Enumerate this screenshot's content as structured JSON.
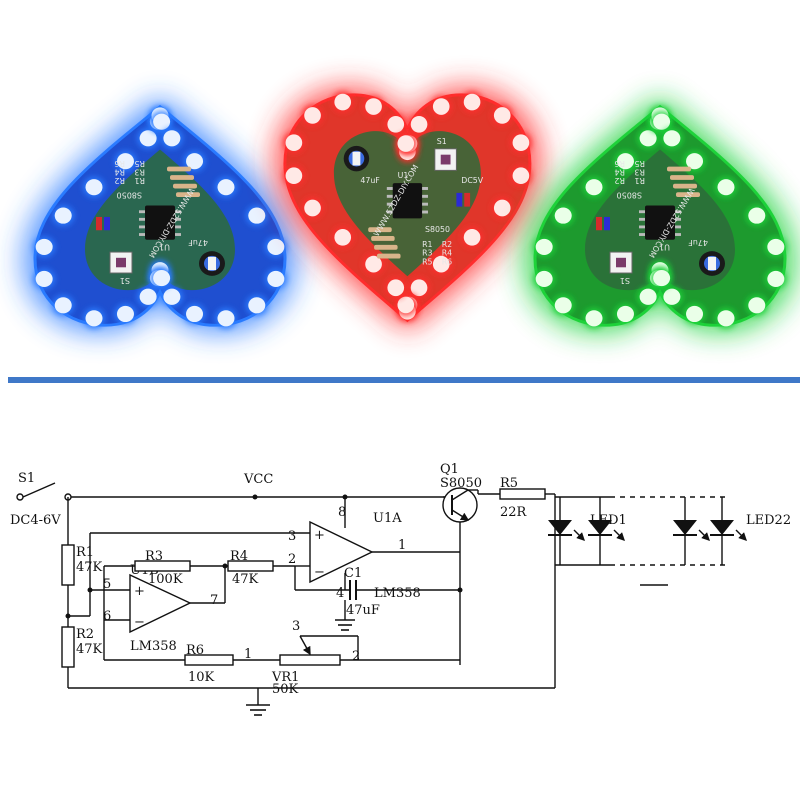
{
  "boards": [
    {
      "id": "blue",
      "glow": "#2a7bff",
      "pcb": "#1f4fd0",
      "led": "#e9f2ff",
      "silk_site": "WWW.52DZ-DIY.COM",
      "silk_tr": "S8050",
      "silk_cap": "47uF",
      "silk_r": [
        "R1",
        "R2",
        "R3",
        "R4",
        "R5",
        "R6"
      ],
      "silk_s": "S1",
      "silk_u": "U1"
    },
    {
      "id": "red",
      "glow": "#ff2d2d",
      "pcb": "#e0362a",
      "led": "#ffe9e6",
      "silk_site": "WWW.52DZ-DIY.COM",
      "silk_tr": "S8050",
      "silk_cap": "47uF",
      "silk_r": [
        "R1",
        "R2",
        "R3",
        "R4",
        "R5",
        "R6"
      ],
      "silk_s": "S1",
      "silk_u": "U1",
      "silk_dc": "DC5V"
    },
    {
      "id": "green",
      "glow": "#1fd23a",
      "pcb": "#1d9a2e",
      "led": "#eaffe8",
      "silk_site": "WWW.52DZ-DIY.COM",
      "silk_tr": "S8050",
      "silk_cap": "47uF",
      "silk_r": [
        "R1",
        "R2",
        "R3",
        "R4",
        "R5",
        "R6"
      ],
      "silk_s": "S1",
      "silk_u": "U1"
    }
  ],
  "divider_color": "#3f78c8",
  "schematic": {
    "labels": {
      "s1": "S1",
      "dc": "DC4-6V",
      "vcc": "VCC",
      "q1": "Q1",
      "q1_part": "S8050",
      "r5": "R5",
      "r5_val": "22R",
      "u1a": "U1A",
      "r1": "R1",
      "r1_val": "47K",
      "r2": "R2",
      "r2_val": "47K",
      "r3": "R3",
      "r3_val": "100K",
      "r4": "R4",
      "r4_val": "47K",
      "u1b": "U1B",
      "lm358_b": "LM358",
      "lm358_a": "LM358",
      "c1": "C1",
      "c1_val": "47uF",
      "r6": "R6",
      "r6_val": "10K",
      "vr1": "VR1",
      "vr1_val": "50K",
      "led1": "LED1",
      "led22": "LED22",
      "pin3a": "3",
      "pin2a": "2",
      "pin8": "8",
      "pin4": "4",
      "pin1a": "1",
      "pin5": "5",
      "pin6": "6",
      "pin7": "7",
      "pin1b": "1",
      "pin2b": "2",
      "pin3b": "3"
    }
  }
}
